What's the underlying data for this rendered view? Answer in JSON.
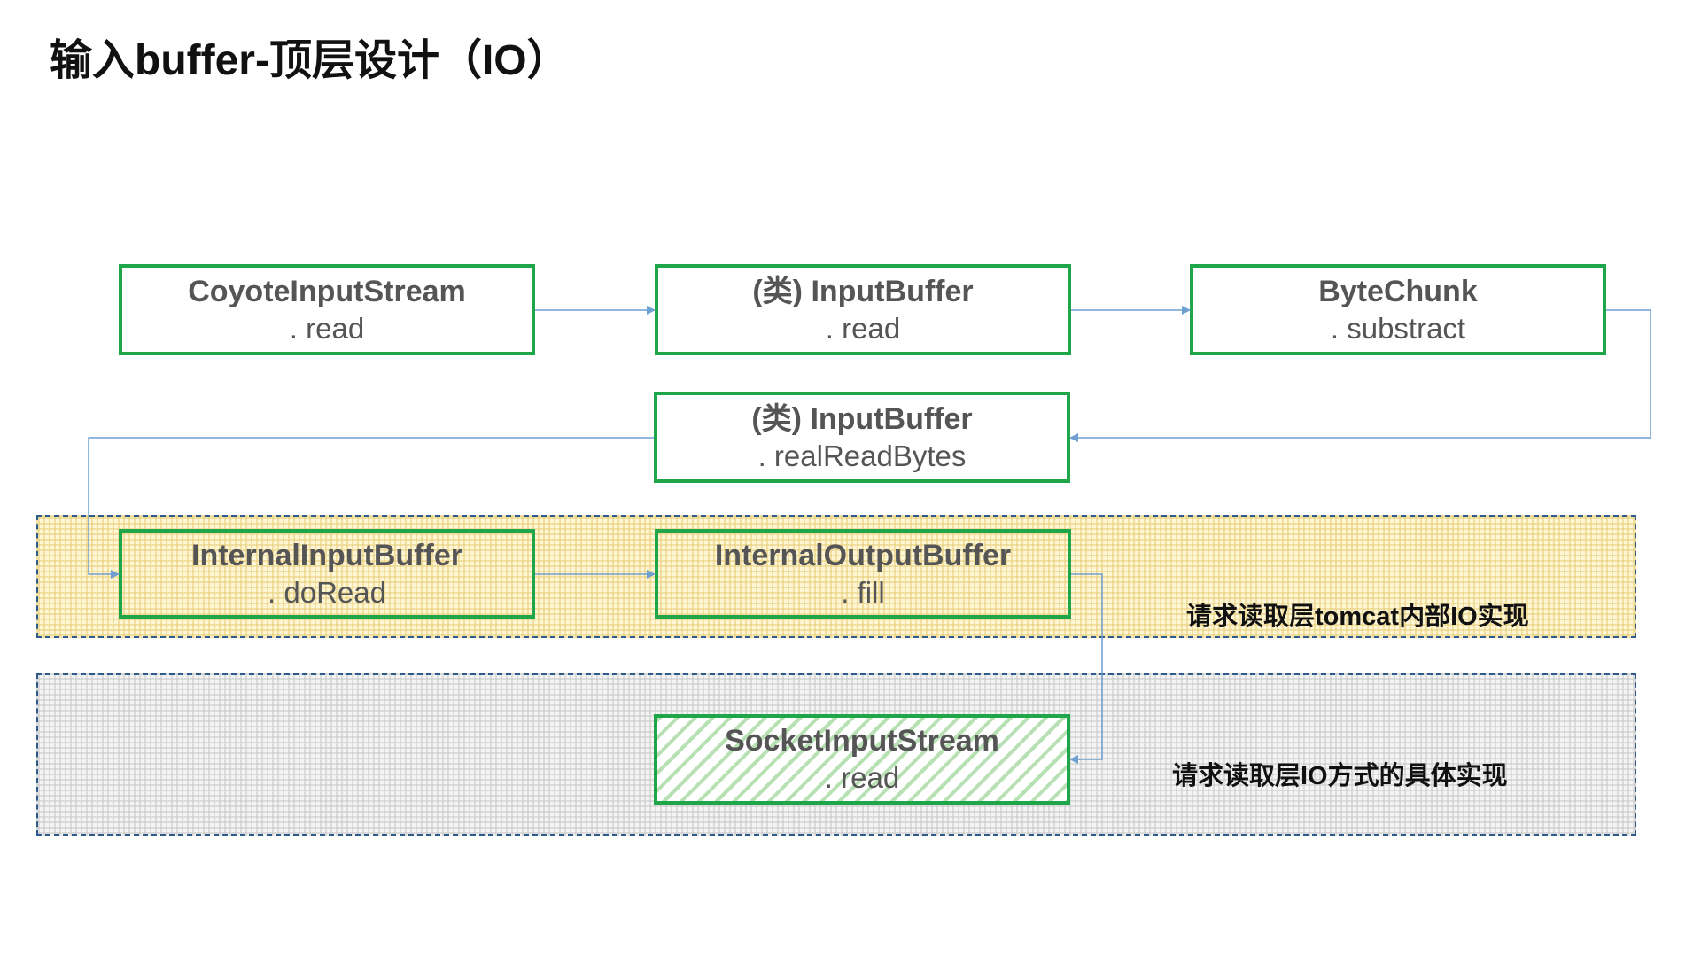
{
  "title": "输入buffer-顶层设计（IO）",
  "zones": {
    "tomcat_io": {
      "label": "请求读取层tomcat内部IO实现"
    },
    "socket_io": {
      "label": "请求读取层IO方式的具体实现"
    }
  },
  "boxes": {
    "coyote": {
      "name": "CoyoteInputStream",
      "method": ". read"
    },
    "inputbuffer_read": {
      "name": "(类) InputBuffer",
      "method": ". read"
    },
    "bytechunk": {
      "name": "ByteChunk",
      "method": ". substract"
    },
    "inputbuffer_realread": {
      "name": "(类) InputBuffer",
      "method": ". realReadBytes"
    },
    "internal_input": {
      "name": "InternalInputBuffer",
      "method": ". doRead"
    },
    "internal_output": {
      "name": "InternalOutputBuffer",
      "method": ". fill"
    },
    "socket_input": {
      "name": "SocketInputStream",
      "method": ". read"
    }
  },
  "colors": {
    "box_border": "#1fa64a",
    "arrow": "#6d9fd0",
    "zone_border": "#2e5b8c",
    "zone_io_fill": "#fff6d6",
    "zone_socket_fill": "#f4f4f4"
  }
}
